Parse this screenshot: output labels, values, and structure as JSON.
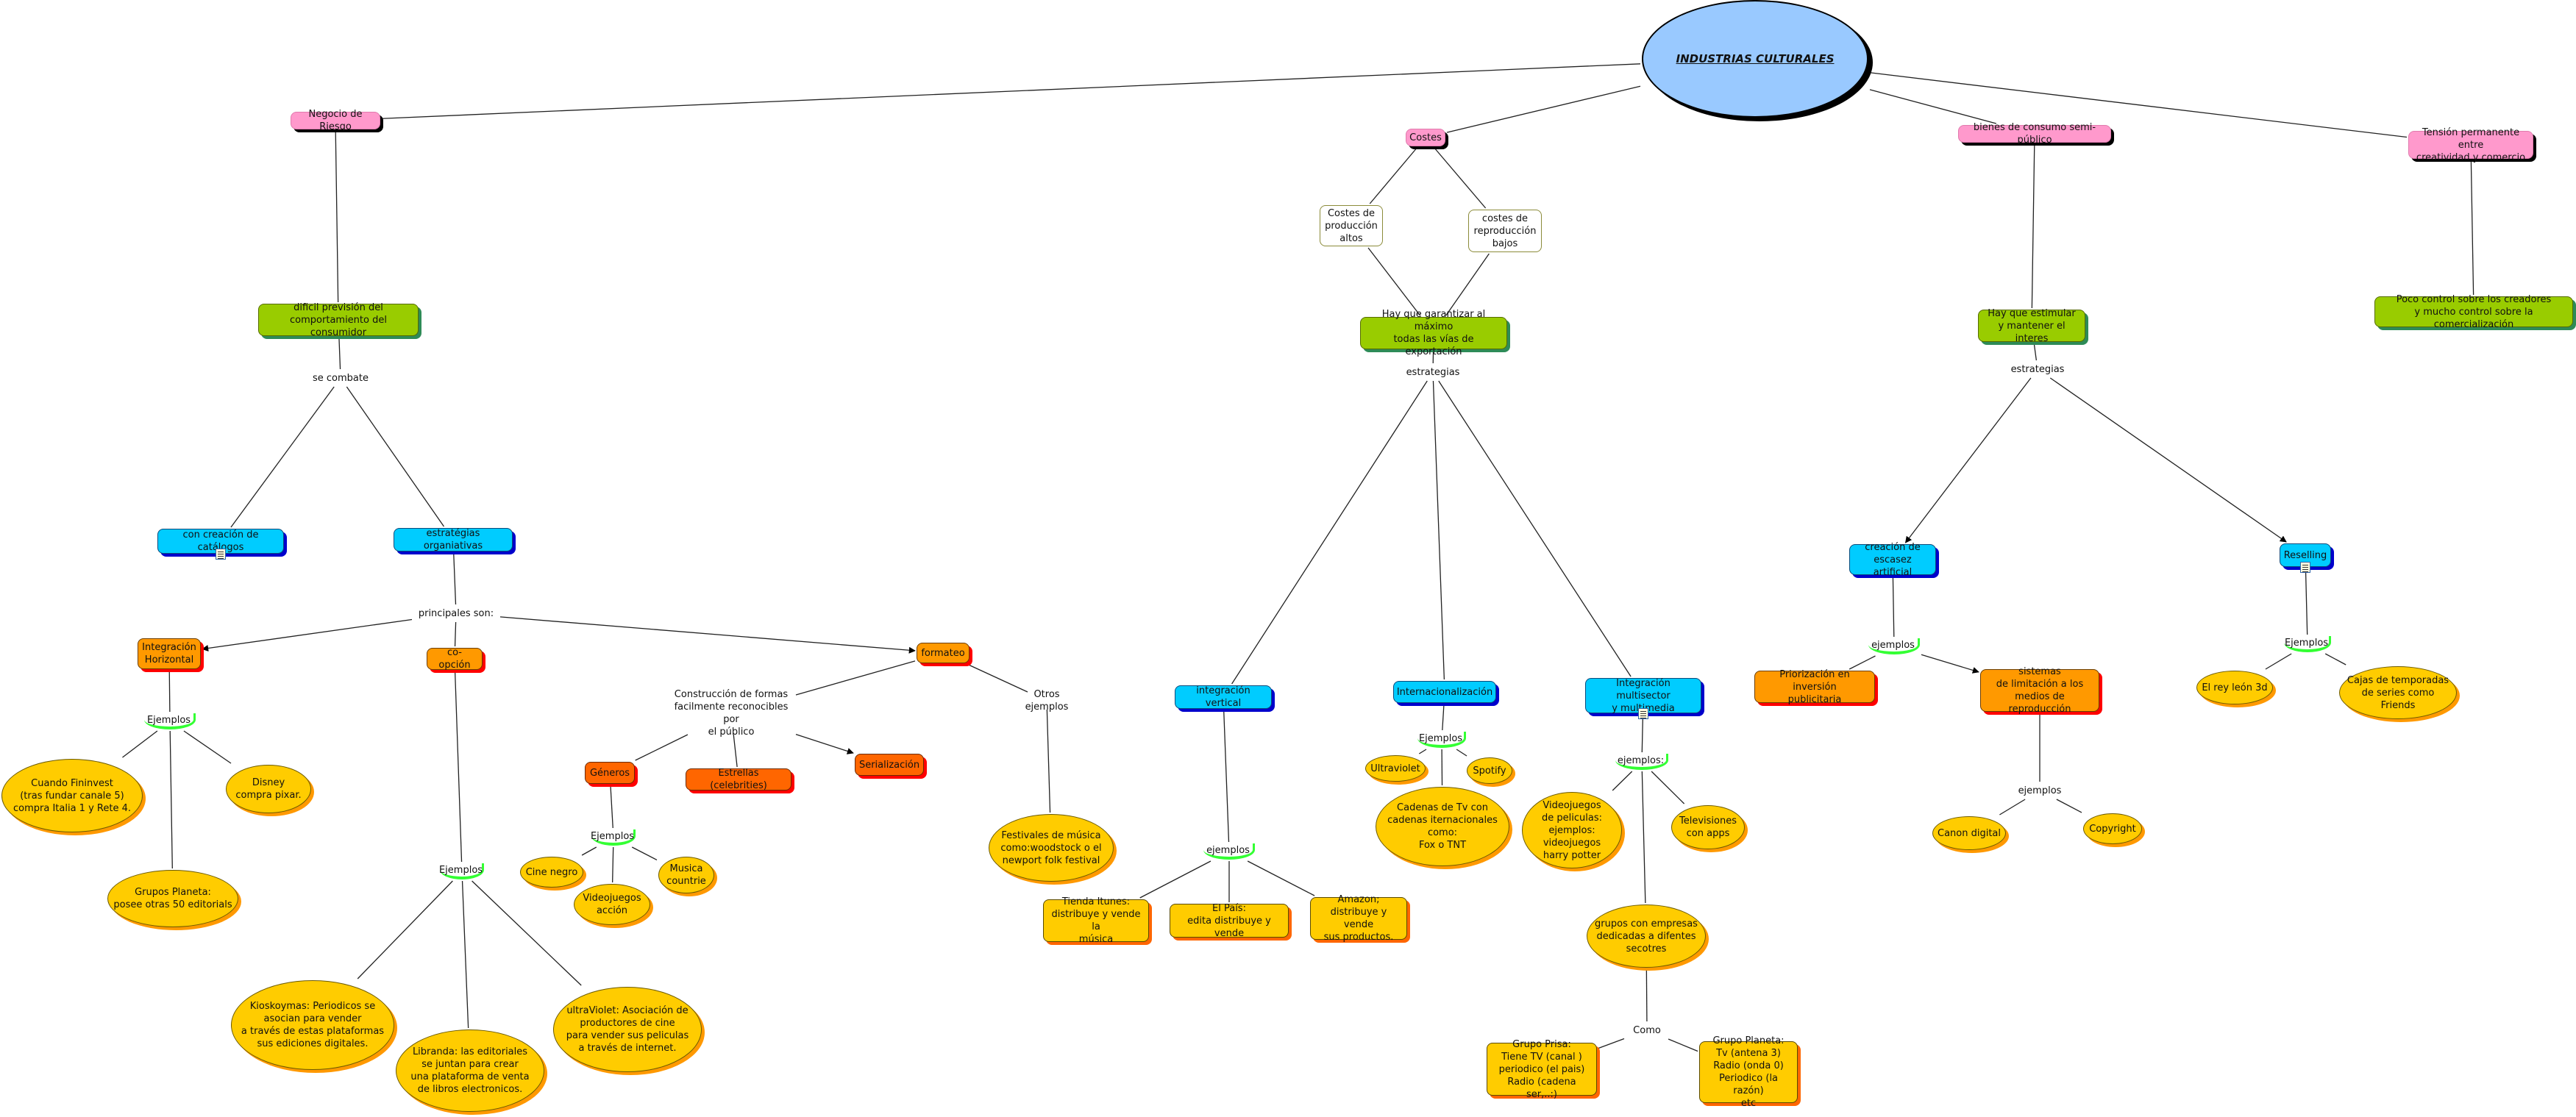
{
  "title": "INDUSTRIAS CULTURALES",
  "colors": {
    "root_fill": "#99c9ff",
    "category_fill": "#ff99cc",
    "consequence_fill": "#99cc00",
    "strategy_fill": "#00ccff",
    "substrategy_fill": "#ff9900",
    "format_fill": "#ff6600",
    "example_fill": "#ffcc00",
    "linking_accent": "#33ff33"
  },
  "nodes": {
    "root": "INDUSTRIAS CULTURALES",
    "negocio_riesgo": "Negocio de Riesgo",
    "dificil_prevision": "dificil previsión del\ncomportamiento del consumidor",
    "se_combate": "se combate",
    "catalogos": "con creación de catálogos",
    "estrategias_org": "estratégias organiativas",
    "principales_son": "principales son:",
    "integracion_horizontal": "Integración\nHorizontal",
    "ejemplos_ih": "Ejemplos",
    "fininvest": "Cuando Fininvest\n(tras fundar canale 5)\ncompra Italia 1 y Rete 4.",
    "disney": "Disney\ncompra pixar.",
    "planeta_editorials": "Grupos Planeta:\nposee otras 50 editorials",
    "coopcion": "co-opción",
    "ejemplos_co": "Ejemplos",
    "kioskoymas": "Kioskoymas: Periodicos se\nasocian para vender\na través de estas plataformas\nsus ediciones digitales.",
    "libranda": "Libranda: las editoriales\nse juntan para crear\nuna plataforma de venta\nde libros electronicos.",
    "ultraviolet_assoc": "ultraViolet: Asociación de\nproductores de cine\npara vender sus peliculas\na través de internet.",
    "formateo": "formateo",
    "construccion": "Construcción de formas\nfacilmente reconocibles por\nel público",
    "generos": "Géneros",
    "estrellas": "Estrellas (celebrities)",
    "serializacion": "Serialización",
    "ejemplos_gen": "Ejemplos",
    "cine_negro": "Cine negro",
    "videojuegos_accion": "Videojuegos\nacción",
    "musica_countrie": "Musica\ncountrie",
    "otros_ejemplos": "Otros ejemplos",
    "festivales": "Festivales de música\ncomo:woodstock o el\nnewport folk festival",
    "costes": "Costes",
    "costes_produccion": "Costes de\nproducción\naltos",
    "costes_reproduccion": "costes de\nreproducción\nbajos",
    "garantizar": "Hay que garantizar al máximo\ntodas las vías de exportación",
    "estrategias_exp": "estrategias",
    "integracion_vertical": "integración vertical",
    "ejemplos_iv": "ejemplos",
    "itunes": "Tienda Itunes:\ndistribuye y vende la\nmúsica",
    "el_pais": "El País:\nedita distribuye y vende",
    "amazon": "Amazon;\ndistribuye y vende\nsus productos.",
    "internacionalizacion": "Internacionalización",
    "ejemplos_int": "Ejemplos",
    "ultraviolet": "Ultraviolet",
    "spotify": "Spotify",
    "cadenas_tv": "Cadenas de Tv con\ncadenas iternacionales\ncomo:\nFox o TNT",
    "integracion_multisector": "Integración multisector\ny multimedia",
    "ejemplos_ms": "ejemplos:",
    "videojuegos_peliculas": "Videojuegos\nde peliculas:\nejemplos:\nvideojuegos\nharry potter",
    "televisiones_apps": "Televisiones\ncon apps",
    "grupos_empresas": "grupos con empresas\ndedicadas a difentes\nsecotres",
    "como": "Como",
    "grupo_prisa": "Grupo Prisa:\nTiene TV (canal )\nperiodico (el pais)\nRadio (cadena ser,..:)",
    "grupo_planeta": "Grupo Planeta:\nTv (antena 3)\nRadio (onda 0)\nPeriodico (la razón)\netc",
    "bienes_consumo": "bienes de consumo semi-público",
    "estimular": "Hay que estimular\ny mantener el interes",
    "estrategias_bc": "estrategias",
    "escasez": "creación de\nescasez artificial",
    "ejemplos_esc": "ejemplos",
    "priorizacion": "Priorización en inversión\npublicitaria",
    "sistemas_limitacion": "sistemas\nde limitación a los\nmedios de reproducción",
    "ejemplos_sis": "ejemplos",
    "canon_digital": "Canon digital",
    "copyright": "Copyright",
    "reselling": "Reselling",
    "ejemplos_res": "Ejemplos",
    "rey_leon": "El rey león 3d",
    "cajas_temporadas": "Cajas de temporadas\nde series como Friends",
    "tension": "Tensión permanente entre\ncreatividad y comercio",
    "poco_control": "Poco control sobre los creadores\ny mucho control sobre la comercialización"
  },
  "links": [
    [
      "root",
      "negocio_riesgo",
      false
    ],
    [
      "root",
      "costes",
      false
    ],
    [
      "root",
      "bienes_consumo",
      false
    ],
    [
      "root",
      "tension",
      false
    ],
    [
      "negocio_riesgo",
      "dificil_prevision",
      false
    ],
    [
      "dificil_prevision",
      "se_combate",
      false
    ],
    [
      "se_combate",
      "catalogos",
      false
    ],
    [
      "se_combate",
      "estrategias_org",
      false
    ],
    [
      "estrategias_org",
      "principales_son",
      false
    ],
    [
      "principales_son",
      "integracion_horizontal",
      true
    ],
    [
      "principales_son",
      "coopcion",
      false
    ],
    [
      "principales_son",
      "formateo",
      true
    ],
    [
      "integracion_horizontal",
      "ejemplos_ih",
      false
    ],
    [
      "ejemplos_ih",
      "fininvest",
      false
    ],
    [
      "ejemplos_ih",
      "disney",
      false
    ],
    [
      "ejemplos_ih",
      "planeta_editorials",
      false
    ],
    [
      "coopcion",
      "ejemplos_co",
      false
    ],
    [
      "ejemplos_co",
      "kioskoymas",
      false
    ],
    [
      "ejemplos_co",
      "libranda",
      false
    ],
    [
      "ejemplos_co",
      "ultraviolet_assoc",
      false
    ],
    [
      "formateo",
      "construccion",
      false
    ],
    [
      "formateo",
      "otros_ejemplos",
      false
    ],
    [
      "construccion",
      "generos",
      false
    ],
    [
      "construccion",
      "estrellas",
      false
    ],
    [
      "construccion",
      "serializacion",
      true
    ],
    [
      "generos",
      "ejemplos_gen",
      false
    ],
    [
      "ejemplos_gen",
      "cine_negro",
      false
    ],
    [
      "ejemplos_gen",
      "videojuegos_accion",
      false
    ],
    [
      "ejemplos_gen",
      "musica_countrie",
      false
    ],
    [
      "otros_ejemplos",
      "festivales",
      false
    ],
    [
      "costes",
      "costes_produccion",
      false
    ],
    [
      "costes",
      "costes_reproduccion",
      false
    ],
    [
      "costes_produccion",
      "garantizar",
      false
    ],
    [
      "costes_reproduccion",
      "garantizar",
      false
    ],
    [
      "garantizar",
      "estrategias_exp",
      false
    ],
    [
      "estrategias_exp",
      "integracion_vertical",
      false
    ],
    [
      "estrategias_exp",
      "internacionalizacion",
      false
    ],
    [
      "estrategias_exp",
      "integracion_multisector",
      false
    ],
    [
      "integracion_vertical",
      "ejemplos_iv",
      false
    ],
    [
      "ejemplos_iv",
      "itunes",
      false
    ],
    [
      "ejemplos_iv",
      "el_pais",
      false
    ],
    [
      "ejemplos_iv",
      "amazon",
      false
    ],
    [
      "internacionalizacion",
      "ejemplos_int",
      false
    ],
    [
      "ejemplos_int",
      "ultraviolet",
      false
    ],
    [
      "ejemplos_int",
      "spotify",
      false
    ],
    [
      "ejemplos_int",
      "cadenas_tv",
      false
    ],
    [
      "integracion_multisector",
      "ejemplos_ms",
      false
    ],
    [
      "ejemplos_ms",
      "videojuegos_peliculas",
      false
    ],
    [
      "ejemplos_ms",
      "televisiones_apps",
      false
    ],
    [
      "ejemplos_ms",
      "grupos_empresas",
      false
    ],
    [
      "grupos_empresas",
      "como",
      false
    ],
    [
      "como",
      "grupo_prisa",
      false
    ],
    [
      "como",
      "grupo_planeta",
      false
    ],
    [
      "bienes_consumo",
      "estimular",
      false
    ],
    [
      "estimular",
      "estrategias_bc",
      false
    ],
    [
      "estrategias_bc",
      "escasez",
      true
    ],
    [
      "estrategias_bc",
      "reselling",
      true
    ],
    [
      "escasez",
      "ejemplos_esc",
      false
    ],
    [
      "ejemplos_esc",
      "priorizacion",
      false
    ],
    [
      "ejemplos_esc",
      "sistemas_limitacion",
      true
    ],
    [
      "sistemas_limitacion",
      "ejemplos_sis",
      false
    ],
    [
      "ejemplos_sis",
      "canon_digital",
      false
    ],
    [
      "ejemplos_sis",
      "copyright",
      false
    ],
    [
      "reselling",
      "ejemplos_res",
      false
    ],
    [
      "ejemplos_res",
      "rey_leon",
      false
    ],
    [
      "ejemplos_res",
      "cajas_temporadas",
      false
    ],
    [
      "tension",
      "poco_control",
      false
    ]
  ]
}
